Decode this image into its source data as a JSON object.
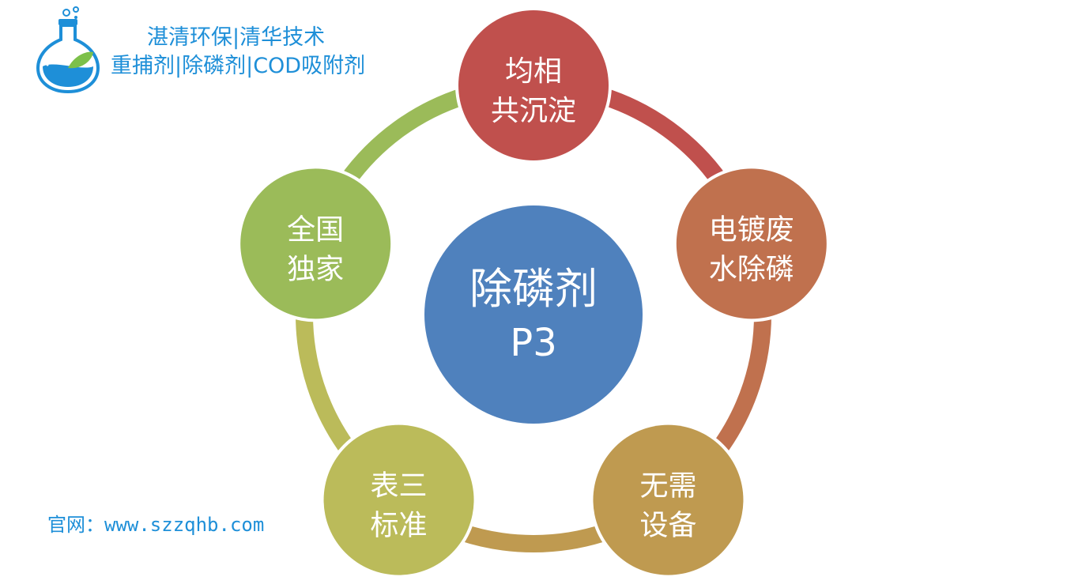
{
  "header": {
    "line1": "湛清环保|清华技术",
    "line2": "重捕剂|除磷剂|COD吸附剂"
  },
  "website": "官网：www.szzqhb.com",
  "center": {
    "line1": "除磷剂",
    "line2": "P3",
    "color": "#4f81bd"
  },
  "nodes": [
    {
      "line1": "均相",
      "line2": "共沉淀",
      "color": "#c0504d"
    },
    {
      "line1": "电镀废",
      "line2": "水除磷",
      "color": "#c0714e"
    },
    {
      "line1": "无需",
      "line2": "设备",
      "color": "#bf9a50"
    },
    {
      "line1": "表三",
      "line2": "标准",
      "color": "#bbbb5a"
    },
    {
      "line1": "全国",
      "line2": "独家",
      "color": "#9bbb59"
    }
  ],
  "icons": {
    "logo": "flask-leaf-icon"
  }
}
